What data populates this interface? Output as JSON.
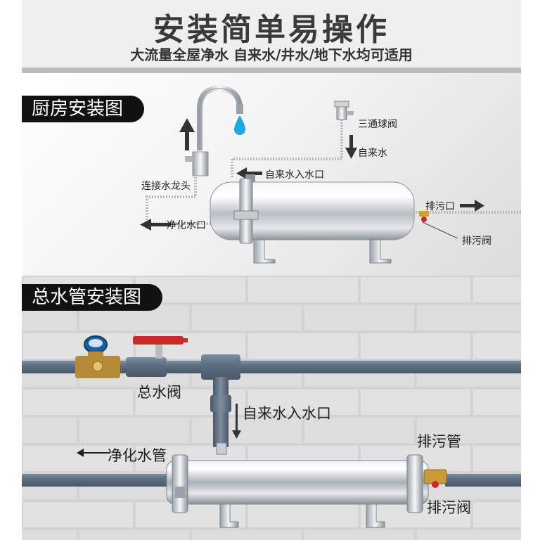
{
  "header": {
    "title": "安装简单易操作",
    "subtitle": "大流量全屋净水 自来水/井水/地下水均可适用"
  },
  "kitchen": {
    "section_title": "厨房安装图",
    "labels": {
      "three_way_valve": "三通球阀",
      "tap_water": "自来水",
      "connect_faucet": "连接水龙头",
      "inlet": "自来水入水口",
      "purified_outlet": "净化水口",
      "drain_outlet": "排污口",
      "drain_valve": "排污阀"
    }
  },
  "main_pipe": {
    "section_title": "总水管安装图",
    "labels": {
      "main_valve": "总水阀",
      "inlet": "自来水入水口",
      "purified_pipe": "净化水管",
      "drain_pipe": "排污管",
      "drain_valve": "排污阀"
    }
  },
  "colors": {
    "header_text": "#3a3a3a",
    "tag_bg": "#111111",
    "pipe": "#5f6f82",
    "valve_red": "#cc2a2a",
    "water_drop": "#1aa9e0",
    "steel": "#c9ced3"
  }
}
